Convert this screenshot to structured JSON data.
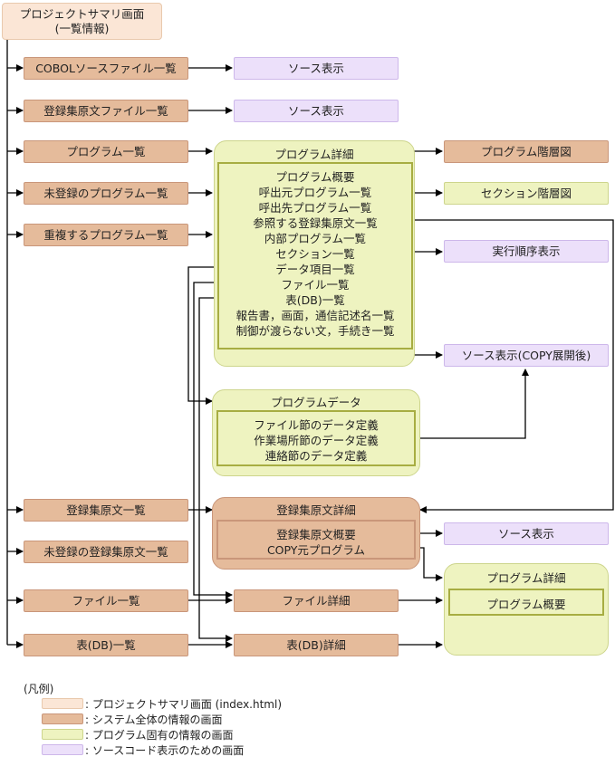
{
  "top": {
    "line1": "プロジェクトサマリ画面",
    "line2": "(一覧情報)"
  },
  "lists": {
    "cobol": "COBOLソースファイル一覧",
    "copybook": "登録集原文ファイル一覧",
    "program": "プログラム一覧",
    "unregistered_program": "未登録のプログラム一覧",
    "duplicate_program": "重複するプログラム一覧",
    "copybook_list": "登録集原文一覧",
    "unregistered_copybook": "未登録の登録集原文一覧",
    "file_list": "ファイル一覧",
    "table_list": "表(DB)一覧"
  },
  "sources": {
    "src1": "ソース表示",
    "src2": "ソース表示",
    "expanded": "ソース表示(COPY展開後)",
    "src3": "ソース表示"
  },
  "program_detail": {
    "title": "プログラム詳細",
    "items": [
      "プログラム概要",
      "呼出元プログラム一覧",
      "呼出先プログラム一覧",
      "参照する登録集原文一覧",
      "内部プログラム一覧",
      "セクション一覧",
      "データ項目一覧",
      "ファイル一覧",
      "表(DB)一覧",
      "報告書，画面，通信記述名一覧",
      "制御が渡らない文，手続き一覧"
    ]
  },
  "right": {
    "hierarchy": "プログラム階層図",
    "section_hierarchy": "セクション階層図",
    "exec_order": "実行順序表示"
  },
  "program_data": {
    "title": "プログラムデータ",
    "items": [
      "ファイル節のデータ定義",
      "作業場所節のデータ定義",
      "連絡節のデータ定義"
    ]
  },
  "copybook_detail": {
    "title": "登録集原文詳細",
    "items": [
      "登録集原文概要",
      "COPY元プログラム"
    ]
  },
  "program_detail2": {
    "title": "プログラム詳細",
    "item": "プログラム概要"
  },
  "file_detail": "ファイル詳細",
  "table_detail": "表(DB)詳細",
  "legend": {
    "title": "(凡例)",
    "items": [
      ": プロジェクトサマリ画面 (index.html)",
      ": システム全体の情報の画面",
      ": プログラム固有の情報の画面",
      ": ソースコード表示のための画面"
    ]
  },
  "colors": {
    "top": "#fbe6d6",
    "system": "#e5bb9b",
    "program": "#eef3c0",
    "source": "#ece0fa"
  }
}
